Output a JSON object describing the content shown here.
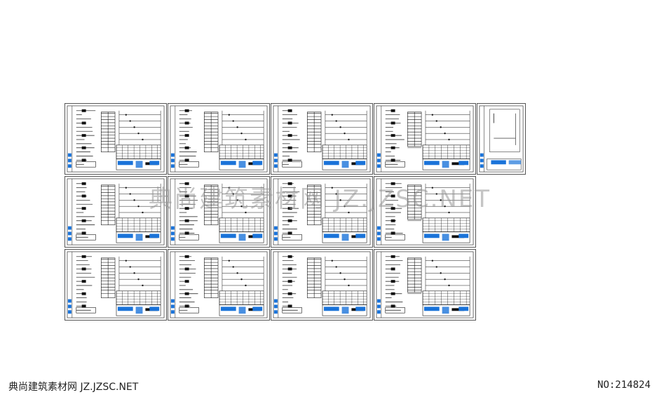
{
  "watermark": "典尚建筑素材网 JZ.JZSC.NET",
  "footer": {
    "site_label": "典尚建筑素材网 JZ.JZSC.NET",
    "number_label": "NO:214824"
  },
  "colors": {
    "line": "#111111",
    "accent": "#1a73d9",
    "border": "#555555"
  }
}
